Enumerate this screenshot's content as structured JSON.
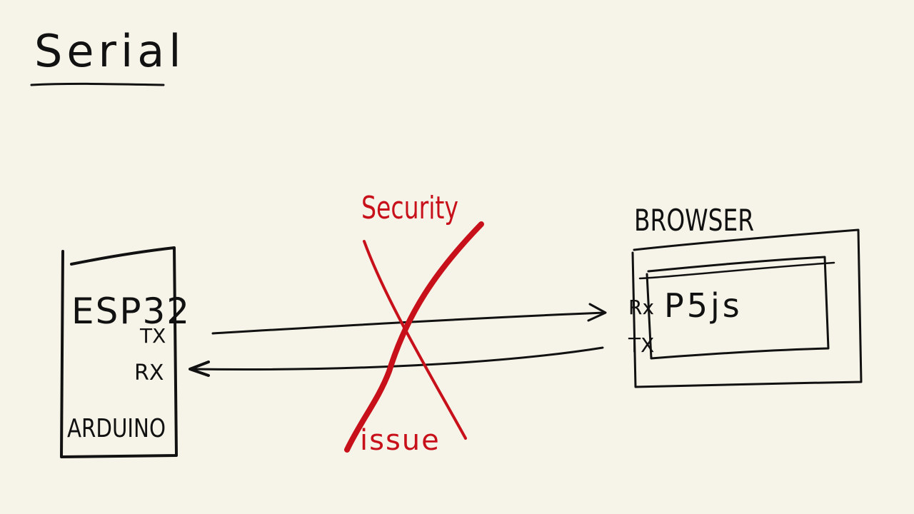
{
  "title": "Serial",
  "device": {
    "chip": "ESP32",
    "tx": "TX",
    "rx": "RX",
    "board": "ARDUINO"
  },
  "browser": {
    "label": "BROWSER",
    "app": "P5js",
    "rx": "Rx",
    "tx": "TX"
  },
  "blocked": {
    "top": "Security",
    "bottom": "issue"
  },
  "colors": {
    "background": "#f6f4e9",
    "ink": "#111111",
    "accent_red": "#c8101a"
  }
}
